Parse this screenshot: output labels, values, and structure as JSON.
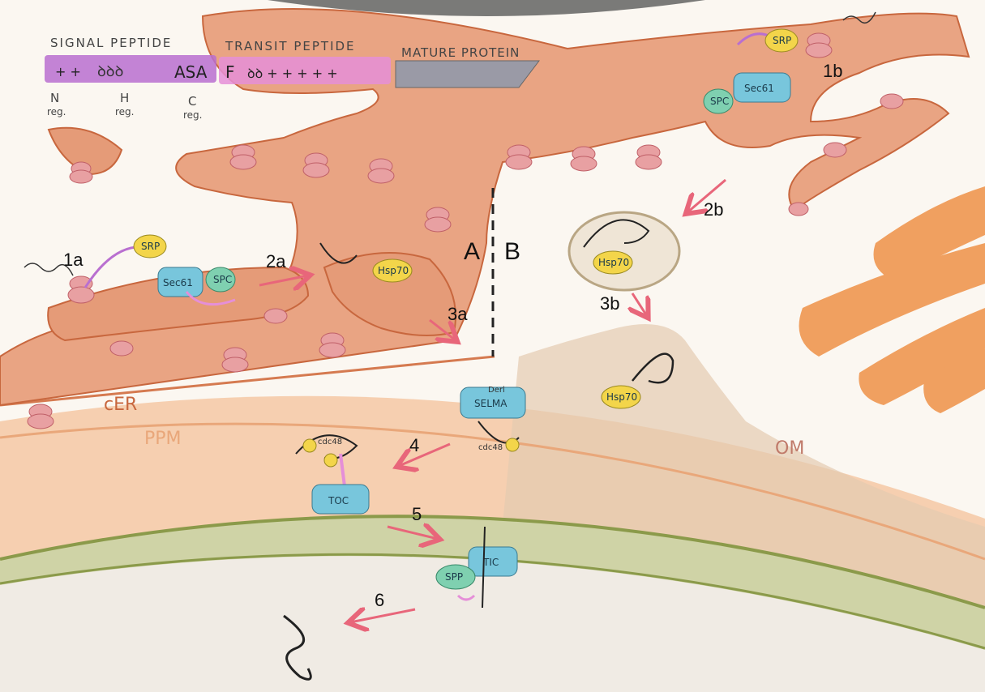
{
  "peptide_bar": {
    "signal_title": "SIGNAL PEPTIDE",
    "transit_title": "TRANSIT PEPTIDE",
    "mature_title": "MATURE PROTEIN",
    "signal_contents": {
      "n_marks": "+ +",
      "h_marks": "ꝺꝺꝺ",
      "c_marks": "ASA"
    },
    "transit_contents": {
      "start": "F",
      "marks": "ꝺꝺ + + + + +"
    },
    "regions": {
      "n": "N",
      "n_sub": "reg.",
      "h": "H",
      "h_sub": "reg.",
      "c": "C",
      "c_sub": "reg."
    },
    "colors": {
      "signal": "#b96fd0",
      "transit": "#e58fd8",
      "mature": "#9a9aa6"
    }
  },
  "side_labels": {
    "a": "A",
    "b": "B"
  },
  "steps": {
    "s1a": "1a",
    "s1b": "1b",
    "s2a": "2a",
    "s2b": "2b",
    "s3a": "3a",
    "s3b": "3b",
    "s4": "4",
    "s5": "5",
    "s6": "6"
  },
  "membranes": {
    "cer": "cER",
    "ppm": "PPM",
    "om": "OM"
  },
  "proteins": {
    "srp": "SRP",
    "sec61": "Sec61",
    "spc": "SPC",
    "hsp70": "Hsp70",
    "selma": "SELMA",
    "derl": "Derl",
    "cdc48": "cdc48",
    "toc": "TOC",
    "tic": "TIC",
    "spp": "SPP"
  },
  "colors": {
    "er": "#e59b78",
    "er_dark": "#c8673e",
    "ribosome": "#e8a0a2",
    "srp": "#f3d54a",
    "sec61": "#78c6dc",
    "spc": "#7fd0b0",
    "arrow": "#e8667a",
    "ppm": "#f3c09a",
    "green": "#9aaa5a",
    "om": "#cdb596",
    "chloroplast_right": "#f0a060"
  }
}
